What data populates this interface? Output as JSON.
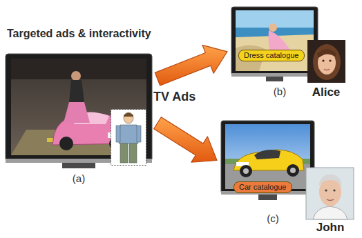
{
  "diagram": {
    "title": "Targeted ads & interactivity",
    "nodes": [
      {
        "text": [
          "(a)"
        ]
      },
      {
        "text": [
          "(b)"
        ]
      },
      {
        "text": [
          "Dress catalogue"
        ],
        "in": 1
      },
      {
        "text": [
          "Alice"
        ]
      },
      {
        "text": [
          "(c)"
        ]
      },
      {
        "text": [
          "Car catalogue"
        ],
        "in": 4
      },
      {
        "text": [
          "John"
        ]
      }
    ],
    "edges": [
      {
        "from": 0,
        "to": 1,
        "arrow": "to"
      },
      {
        "from": 0,
        "to": 4,
        "arrow": "to"
      }
    ],
    "labels": [
      "TV Ads"
    ]
  }
}
